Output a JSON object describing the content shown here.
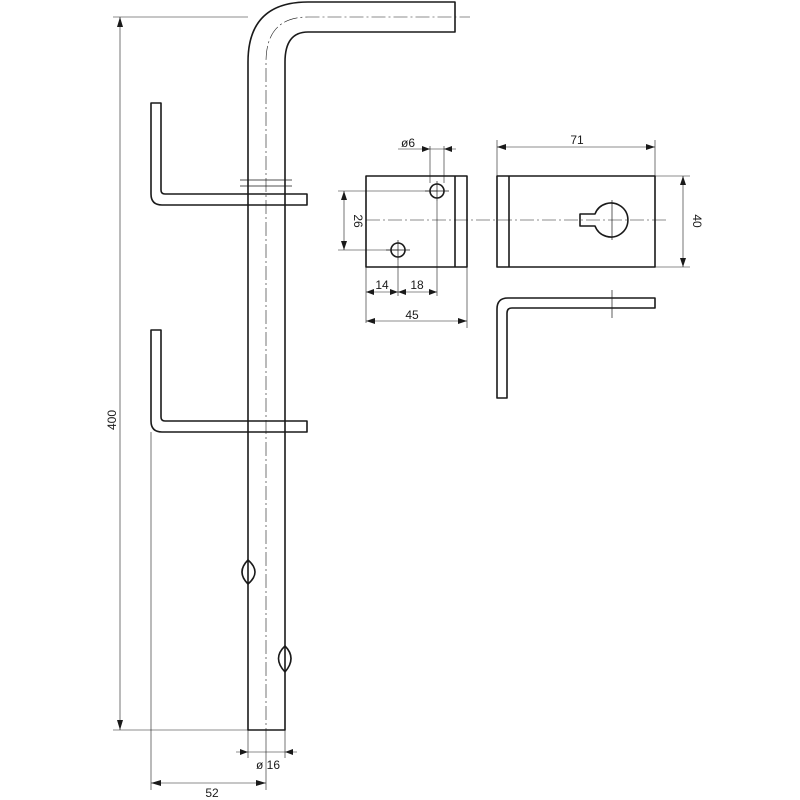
{
  "dimensions": {
    "bolt_length": "400",
    "bolt_offset": "52",
    "bolt_diameter": "ø 16",
    "hole_diameter": "ø6",
    "plate_width": "45",
    "hole_spacing_v": "26",
    "hole_offset_a": "14",
    "hole_offset_b": "18",
    "keeper_width": "71",
    "keeper_height": "40"
  }
}
